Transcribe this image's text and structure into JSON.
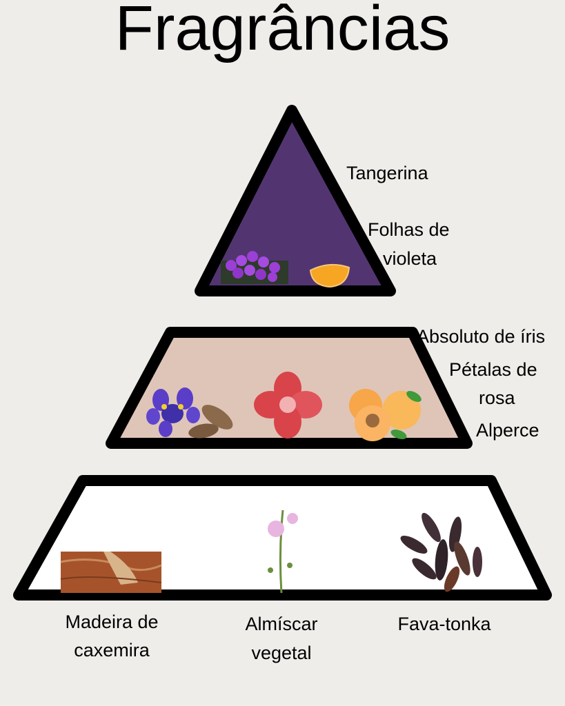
{
  "title": "Fragrâncias",
  "colors": {
    "background": "#eeedea",
    "top_fill": "#523570",
    "middle_fill": "#dfc5b8",
    "base_fill": "#ffffff",
    "outline": "#000000"
  },
  "tiers": {
    "top": {
      "labels": [
        "Tangerina",
        "Folhas de",
        "violeta"
      ],
      "icons": [
        "violet-flower-icon",
        "tangerine-segment-icon"
      ]
    },
    "middle": {
      "labels": [
        "Absoluto de íris",
        "Pétalas de",
        "rosa",
        "Alperce"
      ],
      "icons": [
        "iris-flower-icon",
        "orris-root-icon",
        "rose-petals-icon",
        "apricot-icon"
      ]
    },
    "base": {
      "labels": [
        "Madeira de",
        "caxemira",
        "Almíscar",
        "vegetal",
        "Fava-tonka"
      ],
      "icons": [
        "cashmere-wood-icon",
        "musk-mallow-flower-icon",
        "tonka-beans-icon"
      ]
    }
  }
}
